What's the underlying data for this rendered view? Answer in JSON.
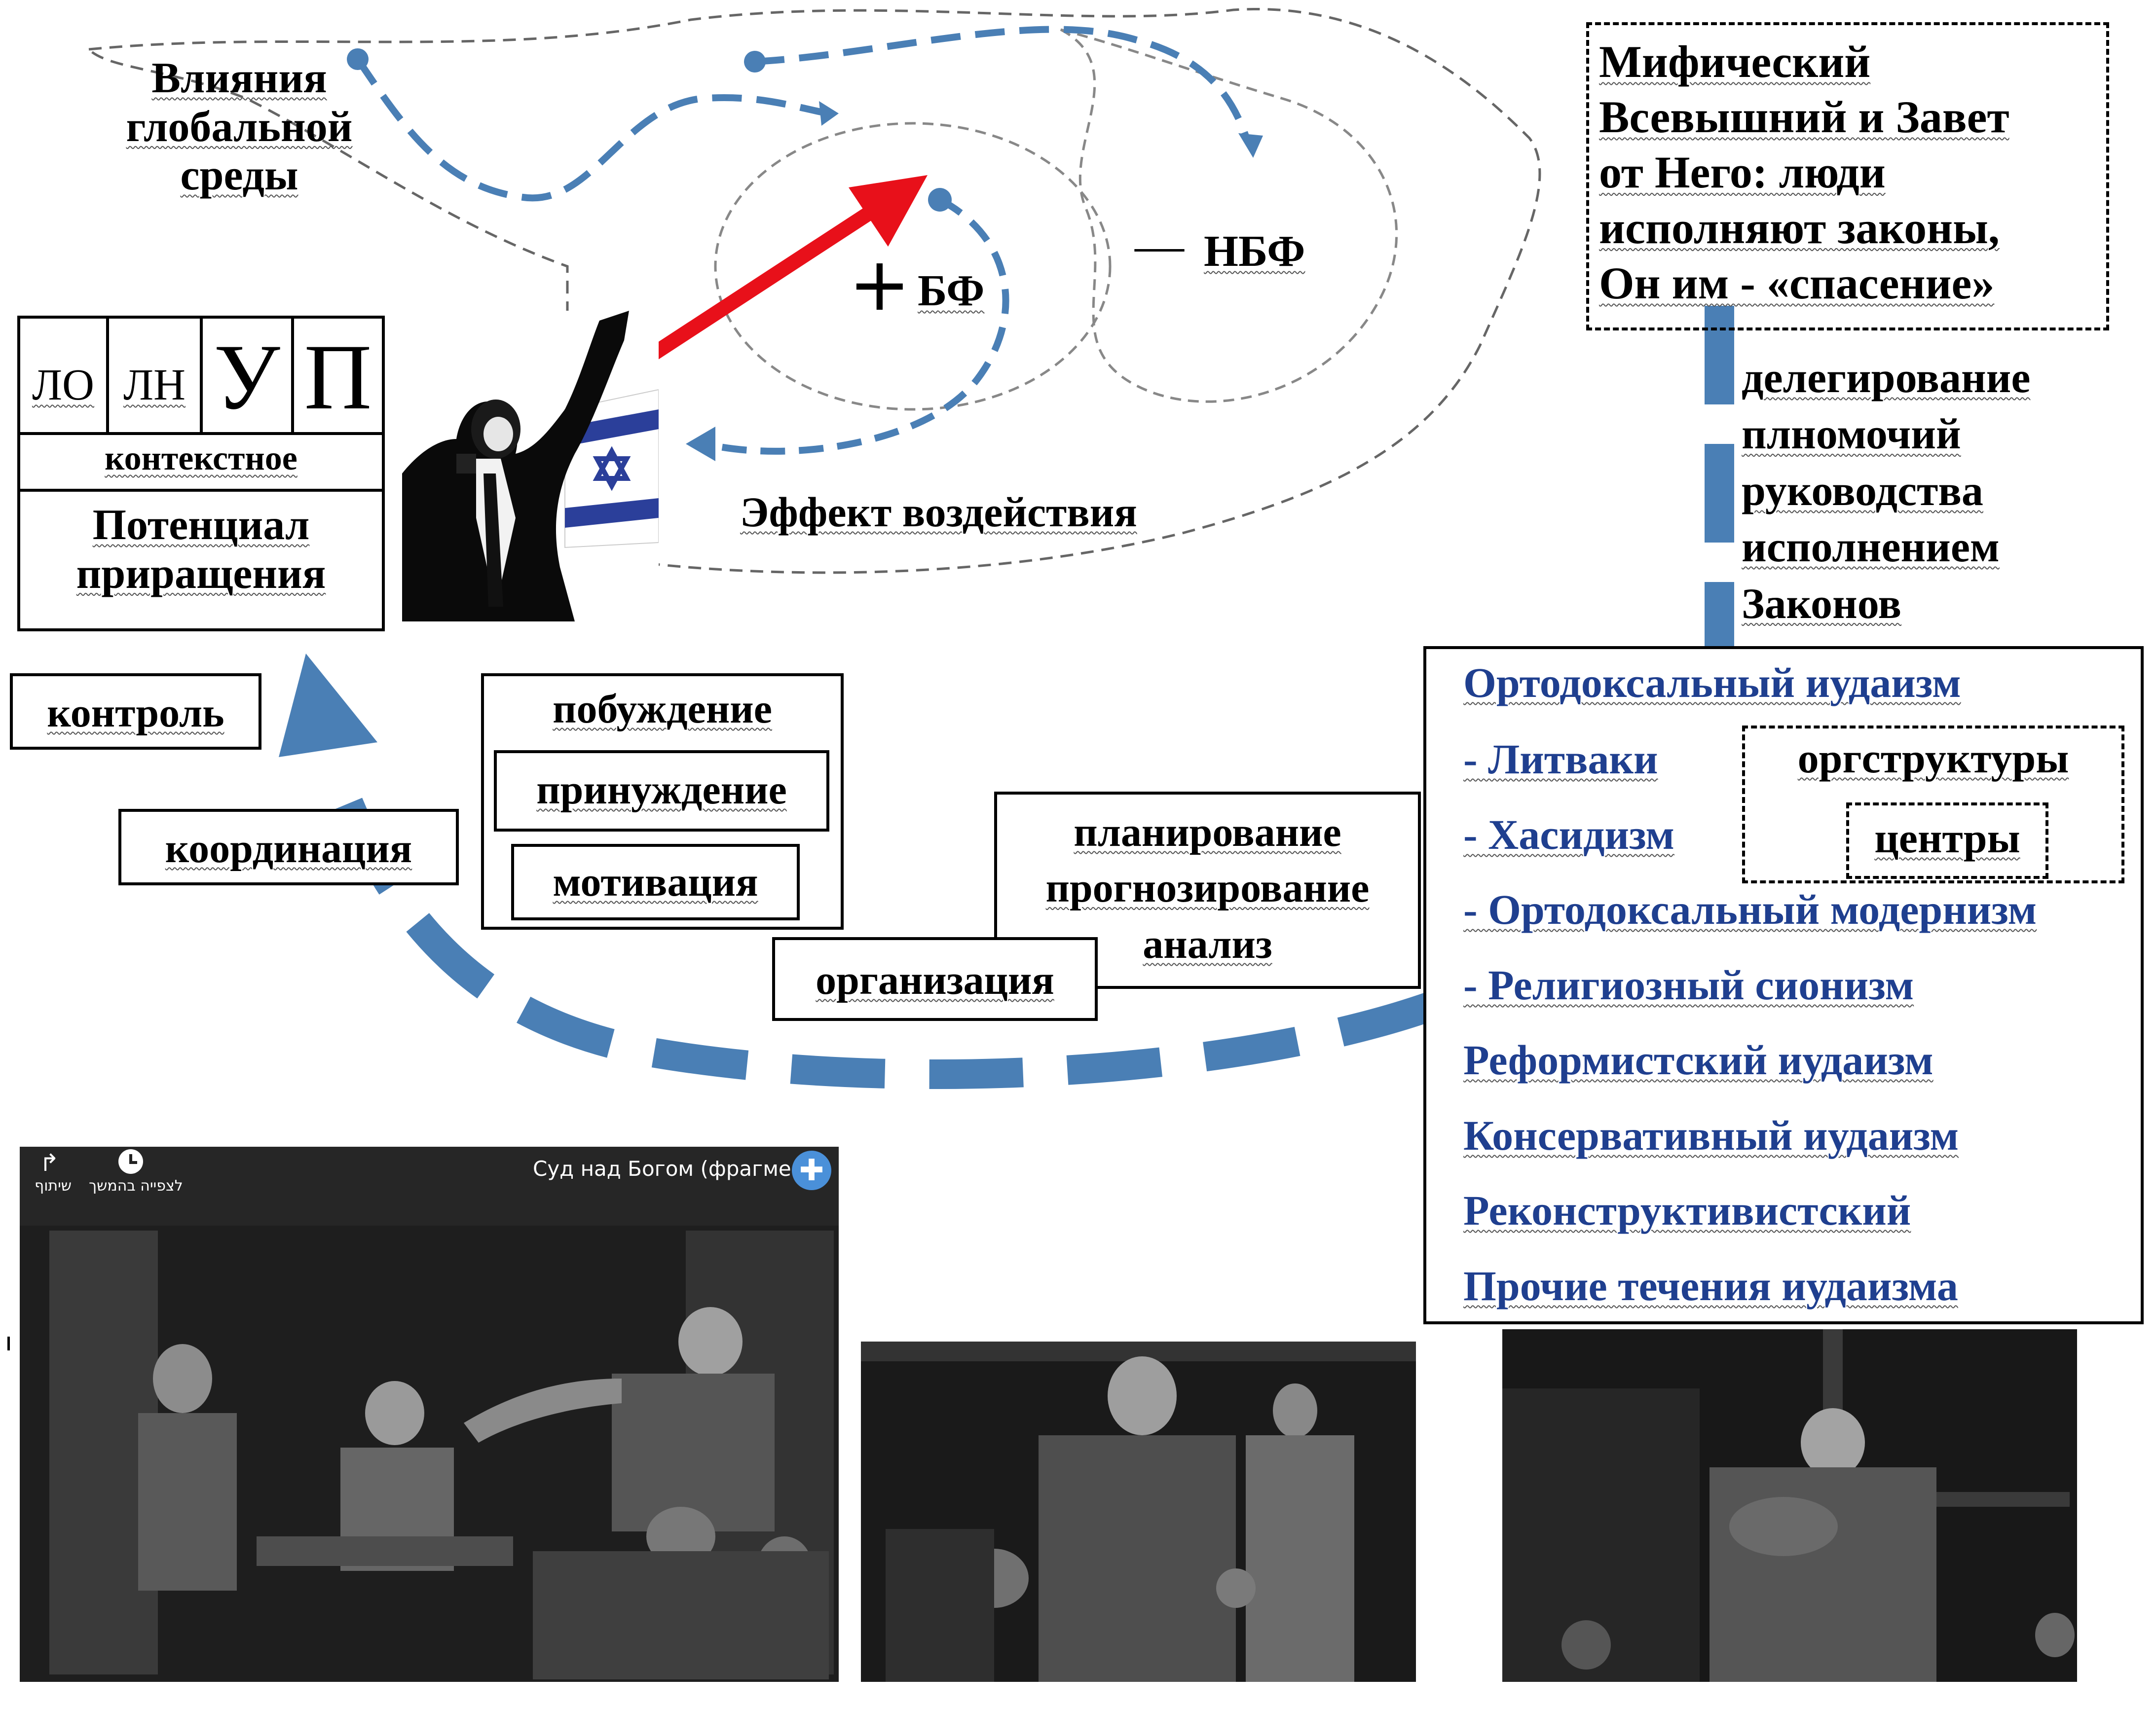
{
  "global_env": {
    "lines": [
      "Влияния",
      "глобальной",
      "среды"
    ]
  },
  "myth_box": {
    "lines": [
      "Мифический",
      "Всевышний и Завет",
      "от Него: люди",
      "исполняют законы,",
      "Он им - «спасение»"
    ]
  },
  "delegation": {
    "lines": [
      "делегирование",
      "плномочий",
      "руководства",
      "исполнением",
      "Законов"
    ]
  },
  "bf_label": "БФ",
  "nbf_label": "НБФ",
  "plus_sign": "+",
  "minus_sign": "—",
  "effect_label": "Эффект воздействия",
  "grid": {
    "cells": [
      "ЛО",
      "ЛН",
      "У",
      "П"
    ],
    "contextual": "контекстное",
    "potential": [
      "Потенциал",
      "приращения"
    ]
  },
  "functions": {
    "control": "контроль",
    "coordination": "координация",
    "stimulation": [
      "побуждение",
      "принуждение",
      "мотивация"
    ],
    "planning": [
      "планирование",
      "прогнозирование",
      "анализ"
    ],
    "organization": "организация"
  },
  "judaism": {
    "orthodox": "Ортодоксальный иудаизм",
    "litvaks": "- Литваки",
    "hasidism": "- Хасидизм",
    "orthodox_modern": "- Ортодоксальный модернизм",
    "religious_zionism": "- Религиозный сионизм",
    "reform": "Реформистский иудаизм",
    "conservative": "Консервативный иудаизм",
    "reconstructionist": "Реконструктивистский",
    "other": "Прочие течения иудаизма",
    "org_structures": "оргструктуры",
    "centers": "центры"
  },
  "video": {
    "title": "Суд над Богом (фрагмент)",
    "share": "שיתוף",
    "watch_later": "לצפייה בהמשך"
  },
  "colors": {
    "arrow_blue": "#4a7fb5",
    "arrow_red": "#e8101a",
    "text_blue": "#1f3f8f"
  }
}
